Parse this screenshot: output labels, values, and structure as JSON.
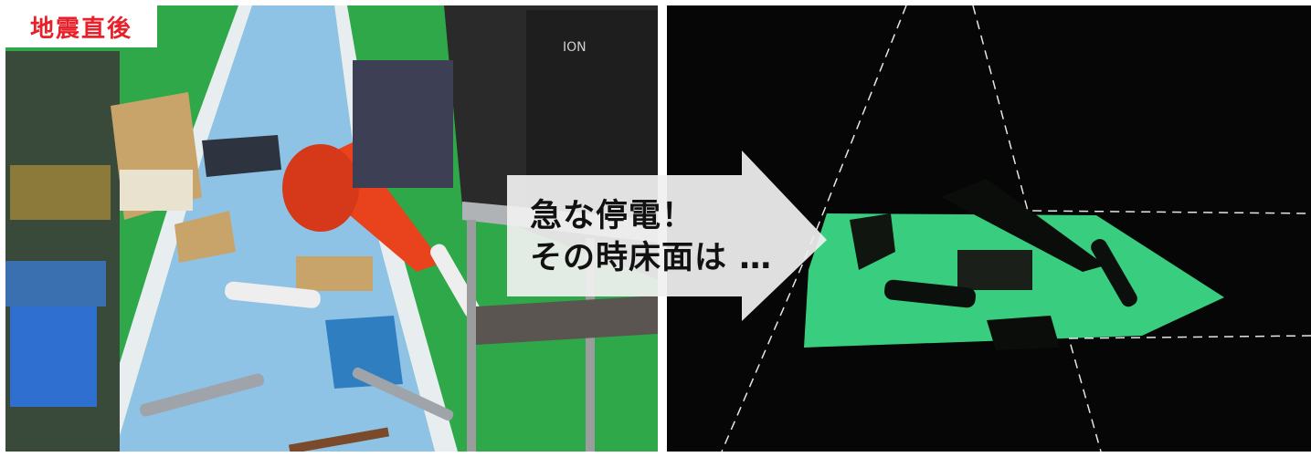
{
  "badge": {
    "label": "地震直後"
  },
  "caption": {
    "line1": "急な停電！",
    "line2": "その時床面は …"
  },
  "brand": {
    "speaker_logo": "ION"
  },
  "colors": {
    "badge_text": "#e8202a",
    "floor_blue": "#8fc3e6",
    "floor_green": "#2fa84a",
    "glow_green": "#3ee08a",
    "arrow_fill": "#f0f0f0"
  }
}
